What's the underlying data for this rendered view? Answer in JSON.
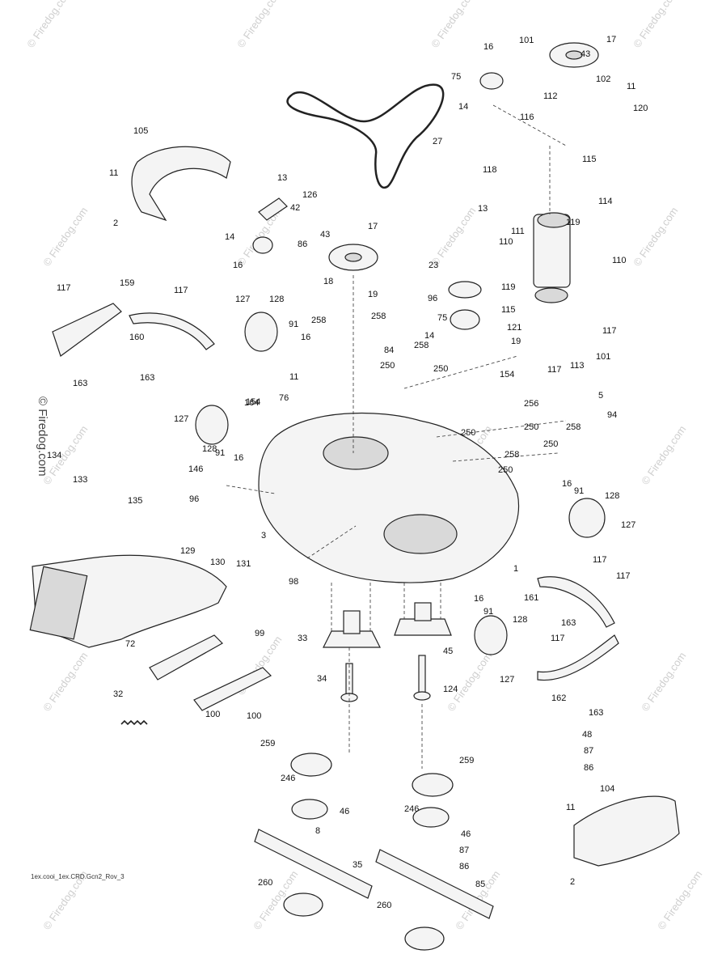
{
  "diagram": {
    "watermark": "© Firedog.com",
    "caption": "1ex.cooi_1ex.CRD.Gcn2_Rov_3",
    "labels": [
      "1",
      "2",
      "3",
      "5",
      "8",
      "11",
      "13",
      "14",
      "16",
      "17",
      "18",
      "19",
      "23",
      "27",
      "32",
      "33",
      "34",
      "35",
      "42",
      "43",
      "45",
      "46",
      "48",
      "72",
      "75",
      "76",
      "84",
      "85",
      "86",
      "87",
      "91",
      "94",
      "96",
      "98",
      "99",
      "100",
      "101",
      "102",
      "104",
      "105",
      "110",
      "111",
      "112",
      "113",
      "114",
      "115",
      "116",
      "117",
      "118",
      "119",
      "120",
      "121",
      "124",
      "126",
      "127",
      "128",
      "129",
      "130",
      "131",
      "133",
      "134",
      "135",
      "146",
      "154",
      "159",
      "160",
      "161",
      "162",
      "163",
      "164",
      "246",
      "250",
      "256",
      "258",
      "259",
      "260"
    ]
  }
}
